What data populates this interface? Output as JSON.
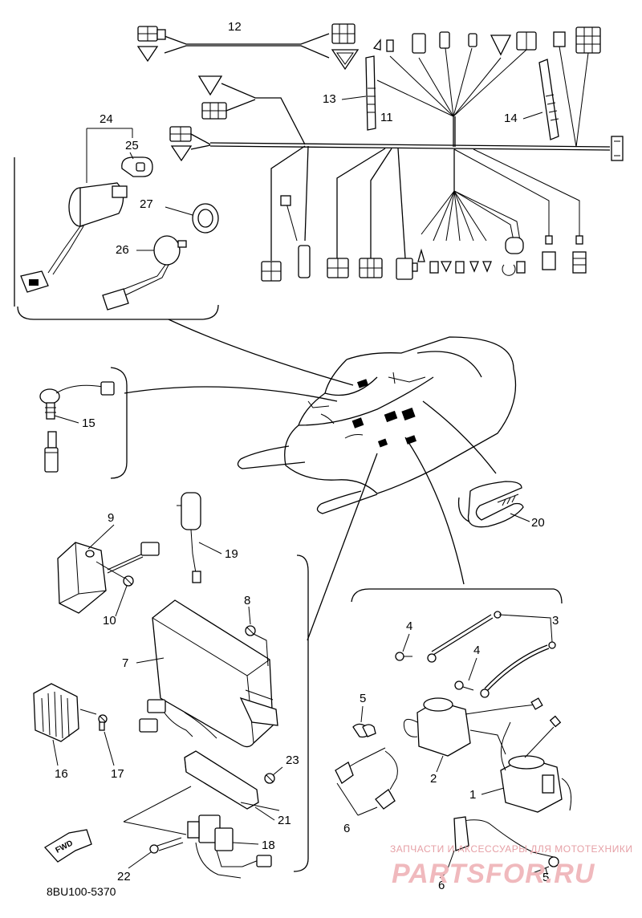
{
  "diagram": {
    "callouts": [
      {
        "id": "c1",
        "label": "1"
      },
      {
        "id": "c2",
        "label": "2"
      },
      {
        "id": "c3",
        "label": "3"
      },
      {
        "id": "c4a",
        "label": "4"
      },
      {
        "id": "c4b",
        "label": "4"
      },
      {
        "id": "c5a",
        "label": "5"
      },
      {
        "id": "c5b",
        "label": "5"
      },
      {
        "id": "c6a",
        "label": "6"
      },
      {
        "id": "c6b",
        "label": "6"
      },
      {
        "id": "c7",
        "label": "7"
      },
      {
        "id": "c8",
        "label": "8"
      },
      {
        "id": "c9",
        "label": "9"
      },
      {
        "id": "c10",
        "label": "10"
      },
      {
        "id": "c11",
        "label": "11"
      },
      {
        "id": "c12",
        "label": "12"
      },
      {
        "id": "c13",
        "label": "13"
      },
      {
        "id": "c14",
        "label": "14"
      },
      {
        "id": "c15",
        "label": "15"
      },
      {
        "id": "c16",
        "label": "16"
      },
      {
        "id": "c17",
        "label": "17"
      },
      {
        "id": "c18",
        "label": "18"
      },
      {
        "id": "c19",
        "label": "19"
      },
      {
        "id": "c20",
        "label": "20"
      },
      {
        "id": "c21",
        "label": "21"
      },
      {
        "id": "c22",
        "label": "22"
      },
      {
        "id": "c23",
        "label": "23"
      },
      {
        "id": "c24",
        "label": "24"
      },
      {
        "id": "c25",
        "label": "25"
      },
      {
        "id": "c26",
        "label": "26"
      },
      {
        "id": "c27",
        "label": "27"
      }
    ],
    "drawing_code": "8BU100-5370",
    "forward_label": "FWD"
  },
  "watermark": {
    "tagline": "ЗАПЧАСТИ И АКСЕССУАРЫ ДЛЯ МОТОТЕХНИКИ",
    "brand": "PARTSFOR.RU"
  }
}
